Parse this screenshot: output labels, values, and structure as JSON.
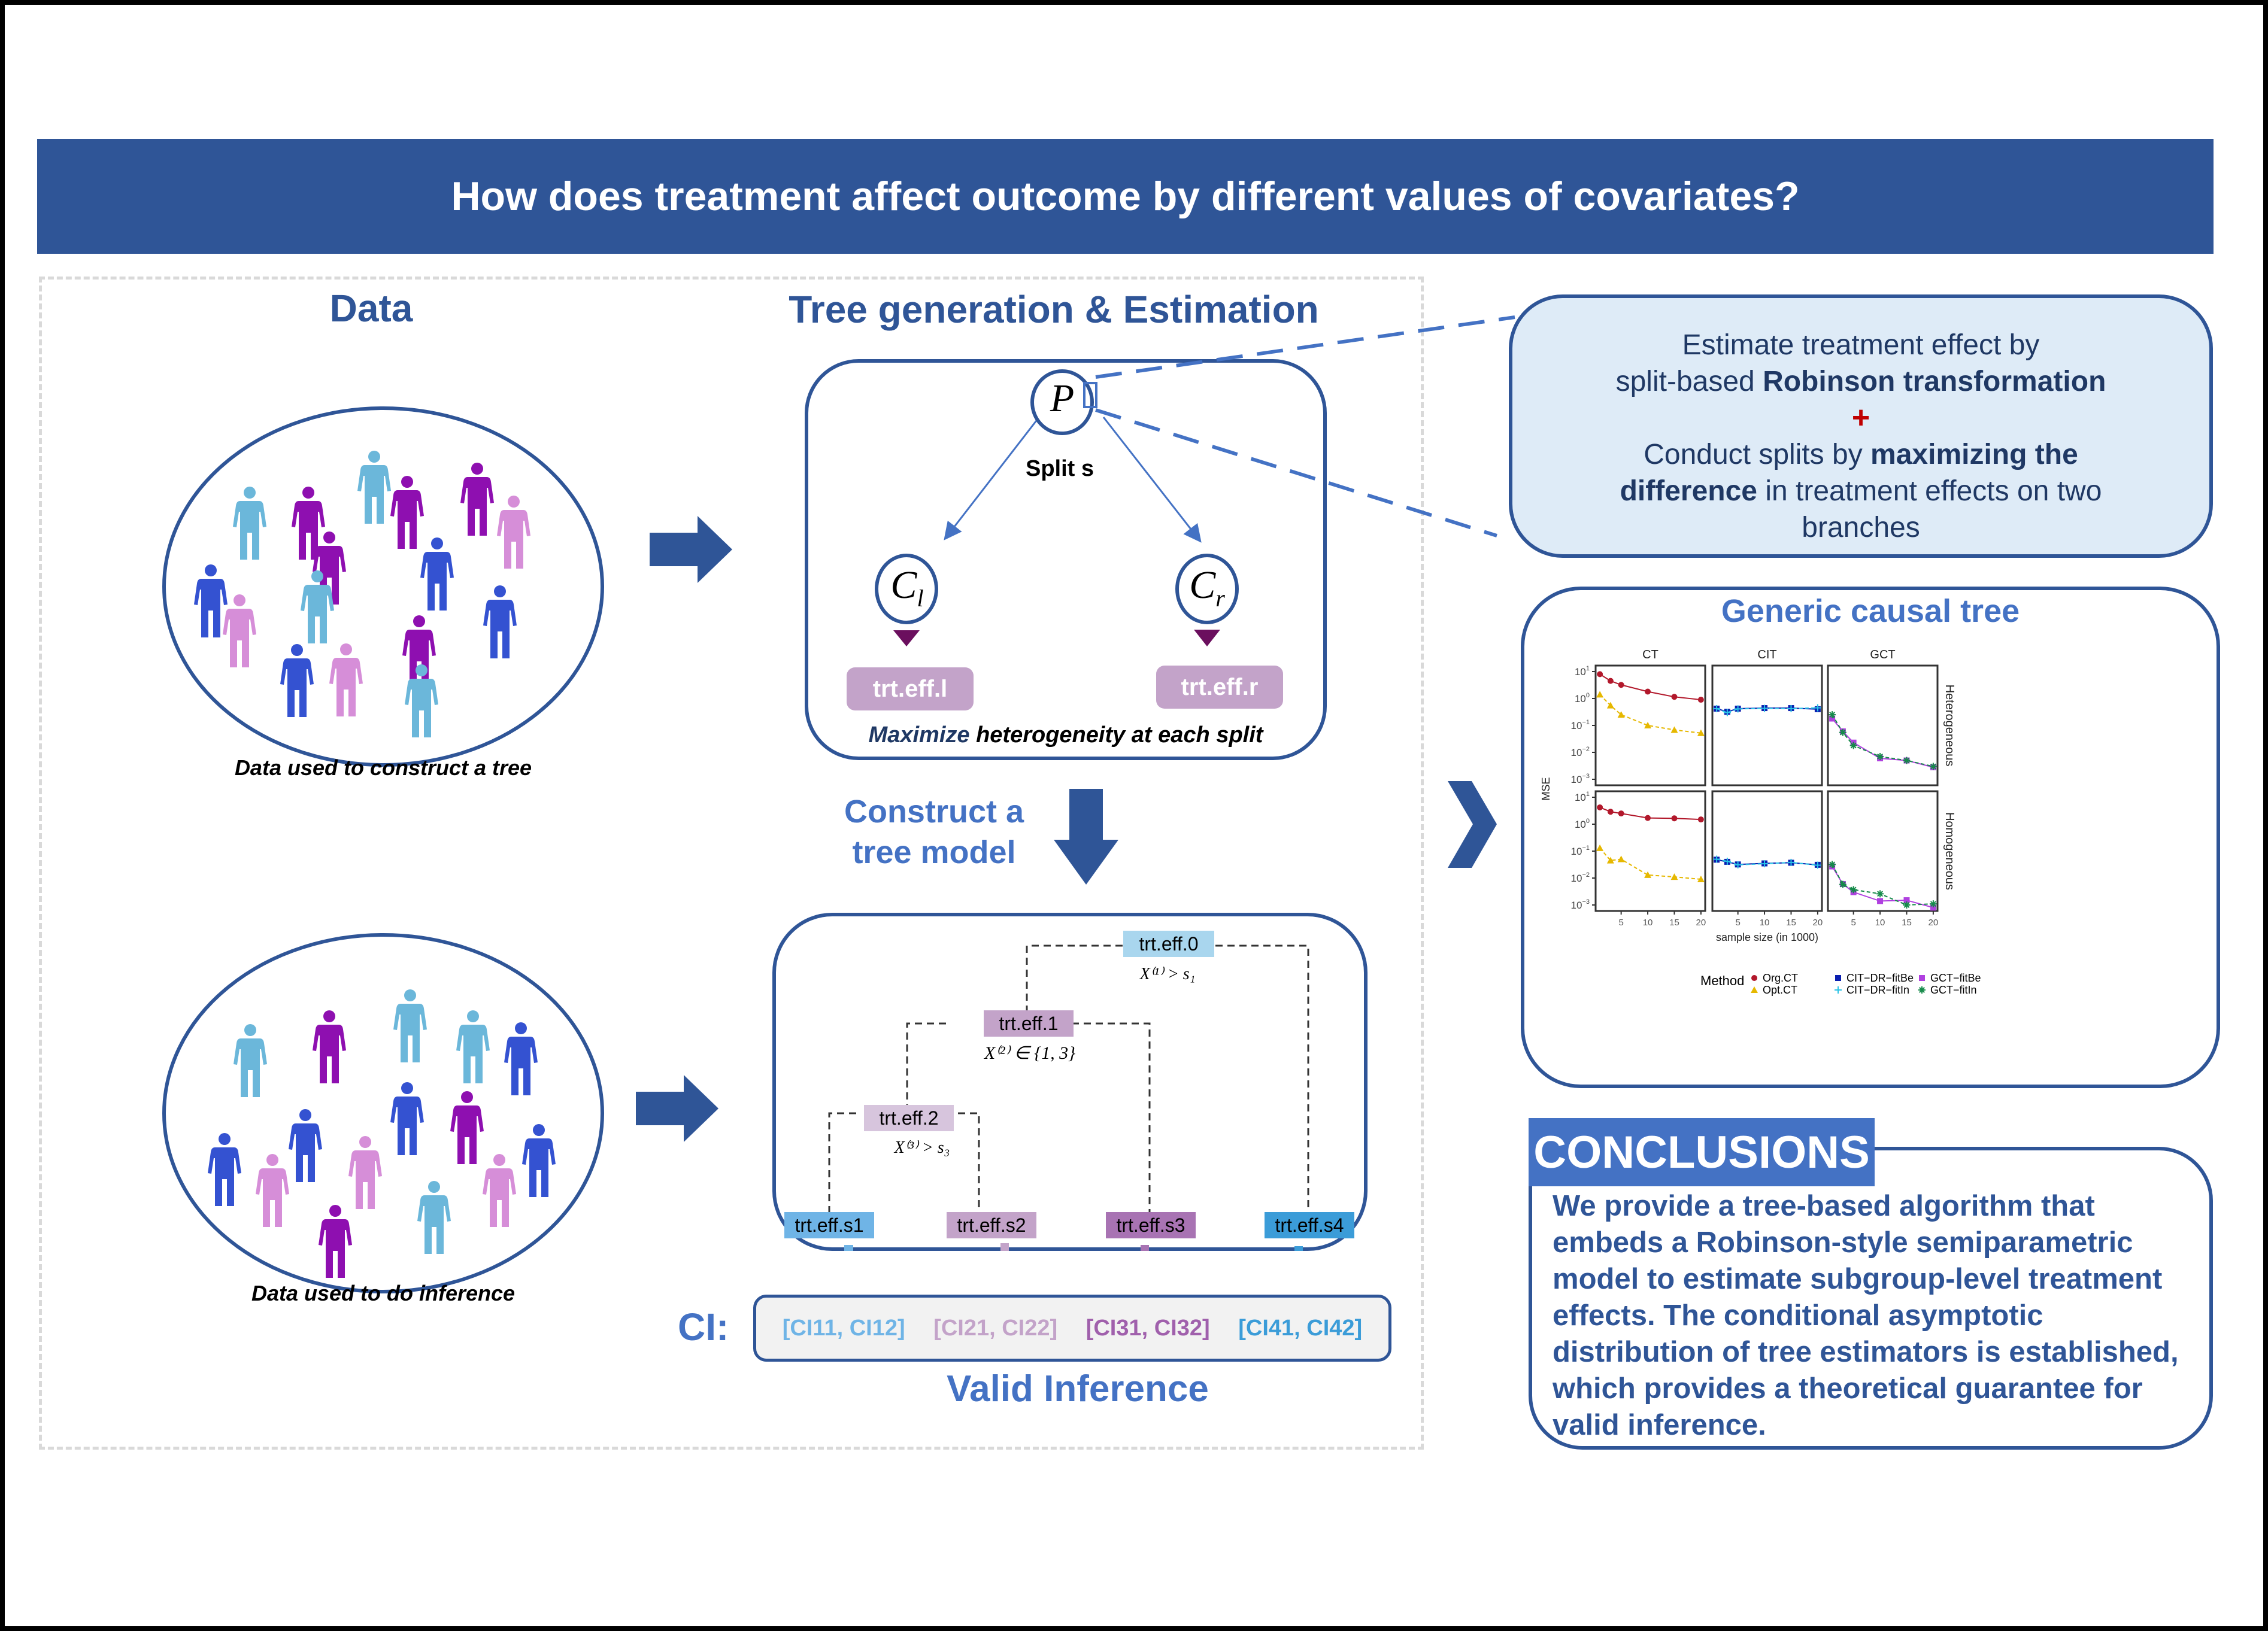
{
  "header": {
    "title": "How does treatment affect outcome by different values of covariates?"
  },
  "data_section": {
    "heading": "Data",
    "caption_top": "Data used to construct a tree",
    "caption_bottom": "Data used to do inference"
  },
  "tree_section": {
    "heading": "Tree generation & Estimation",
    "parent_node": "P",
    "left_child": "C",
    "left_child_sub": "l",
    "right_child": "C",
    "right_child_sub": "r",
    "split_label": "Split s",
    "left_effect": "trt.eff.l",
    "right_effect": "trt.eff.r",
    "caption_emph": "Maximize",
    "caption_rest": " heterogeneity at each split"
  },
  "construct": {
    "line1": "Construct a",
    "line2": "tree model"
  },
  "tree_model": {
    "nodes": {
      "n0": "trt.eff.0",
      "n1": "trt.eff.1",
      "n2": "trt.eff.2",
      "s1": "trt.eff.s1",
      "s2": "trt.eff.s2",
      "s3": "trt.eff.s3",
      "s4": "trt.eff.s4"
    },
    "splits": {
      "split1": "X⁽¹⁾ > s₁",
      "split2": "X⁽²⁾ ∈ {1, 3}",
      "split3": "X⁽³⁾ > s₃"
    },
    "colors": {
      "n0": "#A9D6EE",
      "n1": "#C3A3C9",
      "n2": "#D7C5DD",
      "s1": "#6FB4E6",
      "s2": "#C3A3C9",
      "s3": "#A873B3",
      "s4": "#3B9CD8"
    }
  },
  "ci": {
    "label": "CI:",
    "intervals": [
      {
        "text": "[CI11, CI12]",
        "color": "#6FB4E6"
      },
      {
        "text": "[CI21, CI22]",
        "color": "#C3A3C9"
      },
      {
        "text": "[CI31, CI32]",
        "color": "#A060AC"
      },
      {
        "text": "[CI41, CI42]",
        "color": "#3B9CD8"
      }
    ],
    "footer": "Valid Inference"
  },
  "explanation": {
    "line1": "Estimate treatment effect by",
    "line2_pre": "split-based ",
    "line2_bold": "Robinson transformation",
    "plus": "+",
    "line3_pre": "Conduct splits by ",
    "line3_bold": "maximizing the",
    "line4_bold": "difference",
    "line4_rest": " in treatment effects on two",
    "line5": "branches"
  },
  "conclusions": {
    "label": "CONCLUSIONS",
    "text": "We provide a tree-based algorithm that embeds a Robinson-style semiparametric model to estimate subgroup-level treatment effects. The conditional asymptotic distribution of tree estimators is established, which provides a theoretical guarantee for valid inference."
  },
  "colors": {
    "primary": "#2F5597",
    "accent": "#4472C4",
    "light_blue_fill": "#DEEBF7",
    "plus_red": "#C00000",
    "person_colors": [
      "#6BB7DA",
      "#8E0FB0",
      "#3452D1",
      "#D68ED8"
    ]
  },
  "chart_data": {
    "type": "line",
    "title": "Generic causal tree",
    "xlabel": "sample size (in 1000)",
    "ylabel": "MSE",
    "yscale": "log10",
    "ylim": [
      0.001,
      10
    ],
    "yticks": [
      "10^1",
      "10^0",
      "10^-1",
      "10^-2",
      "10^-3"
    ],
    "xticks": [
      5,
      10,
      15,
      20
    ],
    "x": [
      1,
      3,
      5,
      10,
      15,
      20
    ],
    "columns": [
      "CT",
      "CIT",
      "GCT"
    ],
    "rows": [
      "Heterogeneous",
      "Homogeneous"
    ],
    "legend": {
      "title": "Method",
      "position": "bottom",
      "entries": [
        {
          "name": "Org.CT",
          "color": "#B2182B",
          "shape": "circle",
          "dash": "solid"
        },
        {
          "name": "Opt.CT",
          "color": "#E6B800",
          "shape": "triangle",
          "dash": "dashed"
        },
        {
          "name": "CIT-DR-fitBe",
          "color": "#0A1FB0",
          "shape": "square",
          "dash": "solid"
        },
        {
          "name": "CIT-DR-fitIn",
          "color": "#29C3E6",
          "shape": "plus",
          "dash": "dashed"
        },
        {
          "name": "GCT-fitBe",
          "color": "#B040E0",
          "shape": "square",
          "dash": "solid"
        },
        {
          "name": "GCT-fitIn",
          "color": "#168A4A",
          "shape": "star",
          "dash": "dashed"
        }
      ]
    },
    "panels": [
      {
        "row": "Heterogeneous",
        "col": "CT",
        "series": [
          {
            "name": "Org.CT",
            "values": [
              8.0,
              4.5,
              3.2,
              1.8,
              1.15,
              0.9
            ]
          },
          {
            "name": "Opt.CT",
            "values": [
              1.4,
              0.55,
              0.25,
              0.1,
              0.068,
              0.052
            ]
          }
        ]
      },
      {
        "row": "Heterogeneous",
        "col": "CIT",
        "series": [
          {
            "name": "CIT-DR-fitBe",
            "values": [
              0.42,
              0.32,
              0.42,
              0.44,
              0.44,
              0.4
            ]
          },
          {
            "name": "CIT-DR-fitIn",
            "values": [
              0.42,
              0.3,
              0.41,
              0.43,
              0.42,
              0.45
            ]
          }
        ]
      },
      {
        "row": "Heterogeneous",
        "col": "GCT",
        "series": [
          {
            "name": "GCT-fitBe",
            "values": [
              0.18,
              0.06,
              0.023,
              0.006,
              0.005,
              0.0028
            ]
          },
          {
            "name": "GCT-fitIn",
            "values": [
              0.25,
              0.055,
              0.018,
              0.007,
              0.005,
              0.003
            ]
          }
        ]
      },
      {
        "row": "Homogeneous",
        "col": "CT",
        "series": [
          {
            "name": "Org.CT",
            "values": [
              4.2,
              2.9,
              2.5,
              1.7,
              1.65,
              1.5
            ]
          },
          {
            "name": "Opt.CT",
            "values": [
              0.13,
              0.045,
              0.05,
              0.013,
              0.011,
              0.009
            ]
          }
        ]
      },
      {
        "row": "Homogeneous",
        "col": "CIT",
        "series": [
          {
            "name": "CIT-DR-fitBe",
            "values": [
              0.048,
              0.04,
              0.032,
              0.035,
              0.037,
              0.031
            ]
          },
          {
            "name": "CIT-DR-fitIn",
            "values": [
              0.05,
              0.042,
              0.031,
              0.034,
              0.038,
              0.03
            ]
          }
        ]
      },
      {
        "row": "Homogeneous",
        "col": "GCT",
        "series": [
          {
            "name": "GCT-fitBe",
            "values": [
              0.027,
              0.006,
              0.003,
              0.0014,
              0.0015,
              0.0008
            ]
          },
          {
            "name": "GCT-fitIn",
            "values": [
              0.032,
              0.0058,
              0.0037,
              0.0026,
              0.001,
              0.0011
            ]
          }
        ]
      }
    ]
  }
}
